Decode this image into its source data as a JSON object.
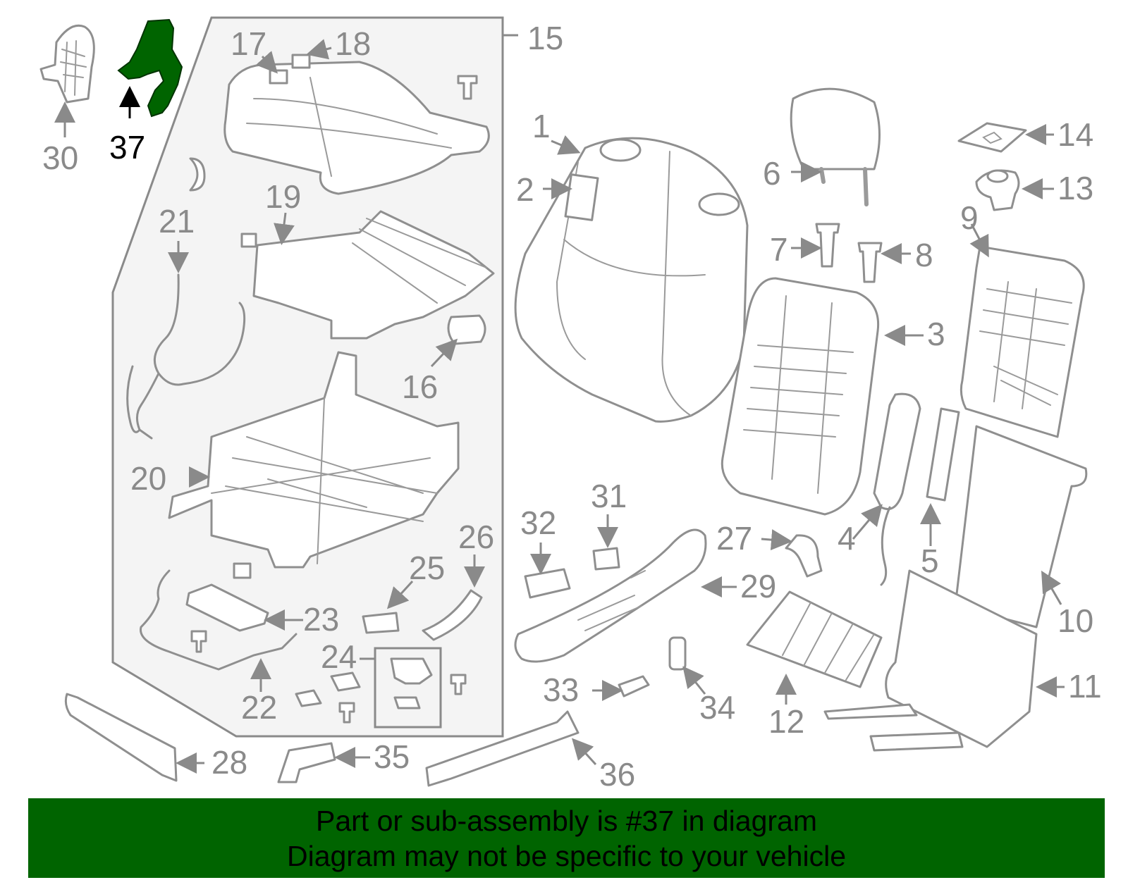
{
  "diagram": {
    "highlighted_part": "37",
    "highlight_color": "#006400",
    "label_color": "#8a8a8a",
    "labels": [
      "1",
      "2",
      "3",
      "4",
      "5",
      "6",
      "7",
      "8",
      "9",
      "10",
      "11",
      "12",
      "13",
      "14",
      "15",
      "16",
      "17",
      "18",
      "19",
      "20",
      "21",
      "22",
      "23",
      "24",
      "25",
      "26",
      "27",
      "28",
      "29",
      "30",
      "31",
      "32",
      "33",
      "34",
      "35",
      "36",
      "37"
    ]
  },
  "banner": {
    "line1": "Part or sub-assembly is #37 in diagram",
    "line2": "Diagram may not be specific to your vehicle",
    "background": "#006400"
  }
}
